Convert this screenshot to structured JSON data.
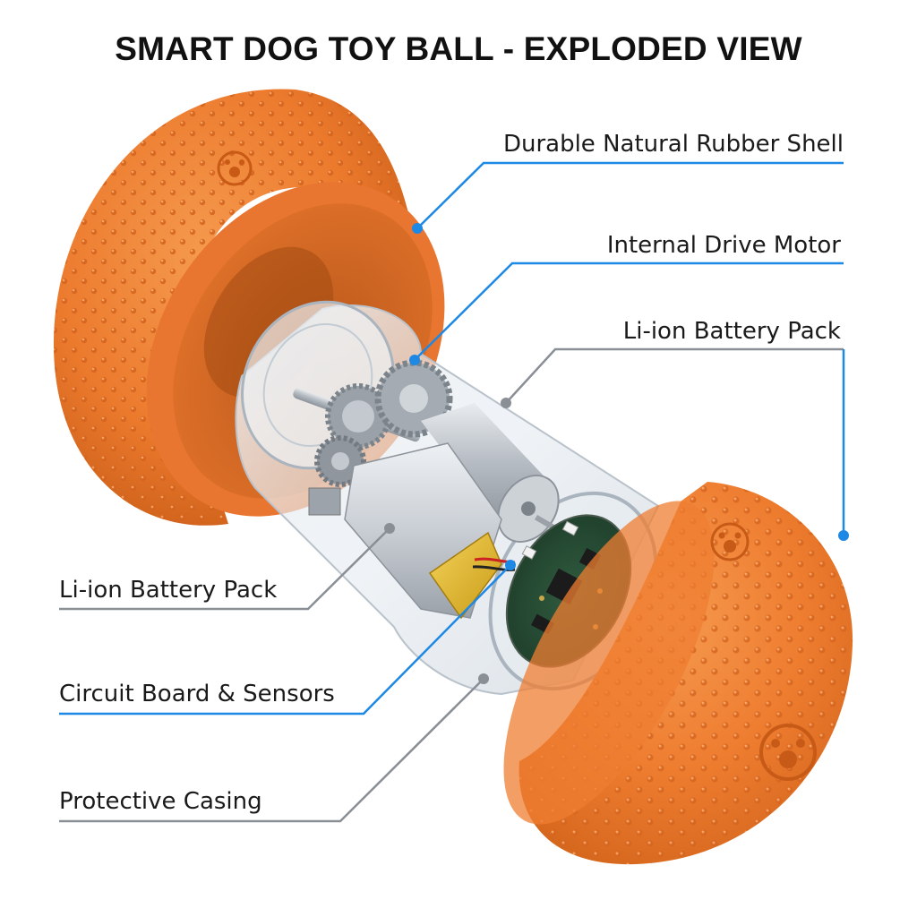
{
  "title": "SMART DOG TOY BALL - EXPLODED VIEW",
  "colors": {
    "shell": "#ee7a2c",
    "shell_dark": "#c95a14",
    "callout_blue": "#1e88e5",
    "callout_gray": "#8a8f96",
    "text": "#1a1a1a"
  },
  "labels": {
    "rubber_shell": "Durable Natural Rubber Shell",
    "drive_motor": "Internal Drive Motor",
    "battery_right": "Li-ion Battery Pack",
    "battery_left": "Li-ion Battery Pack",
    "circuit_board": "Circuit Board & Sensors",
    "casing": "Protective Casing"
  },
  "icons": {
    "shell_logo": "paw-logo-icon"
  }
}
